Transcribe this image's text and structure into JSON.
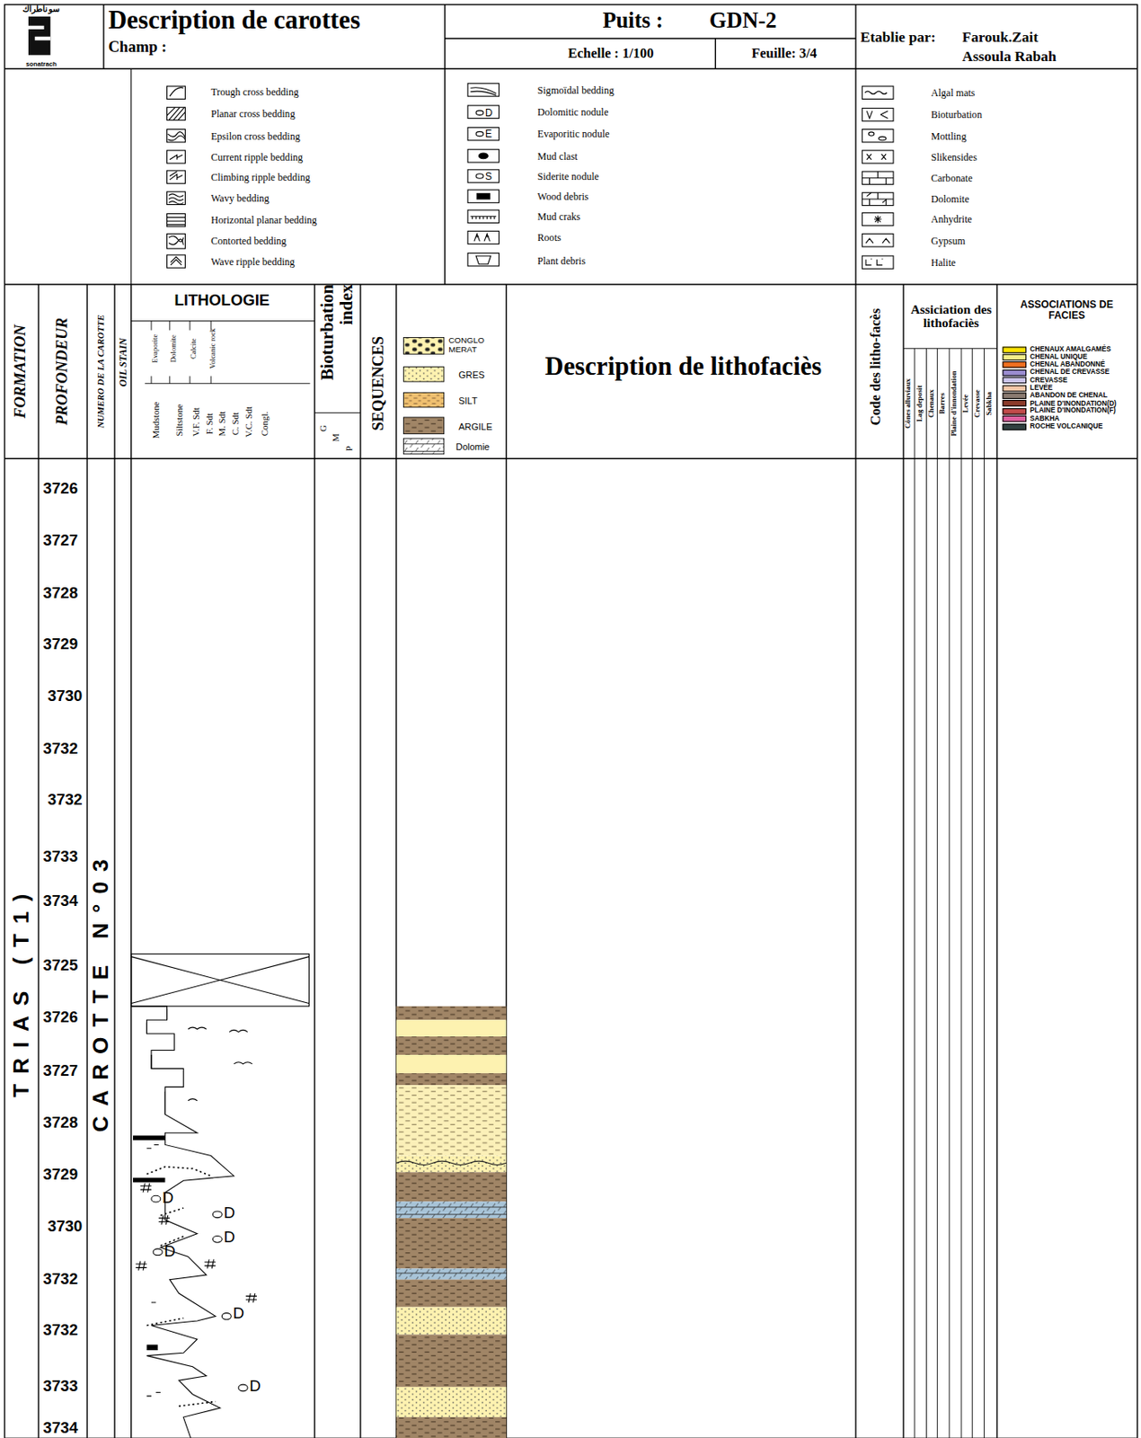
{
  "diagram": {
    "title": "Description de carottes",
    "labels": [
      "Champ :",
      "Puits :",
      "GDN-2",
      "Echelle : 1/100",
      "Feuille: 3/4",
      "Etablie par:",
      "Farouk.Zait",
      "Assoula Rabah",
      "sonatrach",
      "سوناطراك",
      "FORMATION",
      "PROFONDEUR",
      "NUMERO DE LA CAROTTE",
      "OIL STAIN",
      "LITHOLOGIE",
      "Evaporite",
      "Dolomite",
      "Calcite",
      "Volcanic rock",
      "Mudstone",
      "Siltstone",
      "V.F. Sdt",
      "F. Sdt",
      "M. Sdt",
      "C. Sdt",
      "V.C. Sdt",
      "Congl.",
      "Bioturbation index",
      "G",
      "M",
      "P",
      "SEQUENCES",
      "Description de lithofaciès",
      "Code des litho-facès",
      "Assiciation des lithofaciès",
      "Cônes alluviaux",
      "Lag deposit",
      "Chenaux",
      "Barres",
      "Plaine d'innondation",
      "Levée",
      "Crevasse",
      "Sabkha",
      "ASSOCIATIONS DE FACIES",
      "TRIAS (T1)",
      "CAROTTE N°03",
      "3726",
      "3727",
      "3728",
      "3729",
      "3730",
      "3732",
      "3732",
      "3733",
      "3734",
      "3725",
      "3726",
      "3727",
      "3728",
      "3729",
      "3730",
      "3732",
      "3732",
      "3733",
      "3734",
      "D",
      "E",
      "S",
      "D",
      "D",
      "D",
      "D",
      "D",
      "D"
    ],
    "legend": [
      {
        "text": "Trough cross bedding"
      },
      {
        "text": "Planar cross bedding"
      },
      {
        "text": "Epsilon cross bedding"
      },
      {
        "text": "Current ripple bedding"
      },
      {
        "text": "Climbing ripple bedding"
      },
      {
        "text": "Wavy bedding"
      },
      {
        "text": "Horizontal planar bedding"
      },
      {
        "text": "Contorted bedding"
      },
      {
        "text": "Wave ripple bedding"
      },
      {
        "text": "Sigmoïdal bedding"
      },
      {
        "text": "Dolomitic nodule"
      },
      {
        "text": "Evaporitic nodule"
      },
      {
        "text": "Mud clast"
      },
      {
        "text": "Siderite nodule"
      },
      {
        "text": "Wood debris"
      },
      {
        "text": "Mud craks"
      },
      {
        "text": "Roots"
      },
      {
        "text": "Plant debris"
      },
      {
        "text": "Algal mats"
      },
      {
        "text": "Bioturbation"
      },
      {
        "text": "Mottling"
      },
      {
        "text": "Slikensides"
      },
      {
        "text": "Carbonate"
      },
      {
        "text": "Dolomite"
      },
      {
        "text": "Anhydrite"
      },
      {
        "text": "Gypsum"
      },
      {
        "text": "Halite"
      },
      {
        "text": "CONGLOMERAT"
      },
      {
        "text": "GRES"
      },
      {
        "text": "SILT"
      },
      {
        "text": "ARGILE"
      },
      {
        "text": "Dolomie"
      },
      {
        "text": "CHENAUX AMALGAMÉS",
        "color": "#f7e000"
      },
      {
        "text": "CHENAL UNIQUE",
        "color": "#f4f08a"
      },
      {
        "text": "CHENAL ABANDONNÉ",
        "color": "#f07020"
      },
      {
        "text": "CHENAL DE CREVASSE",
        "color": "#9a8cd0"
      },
      {
        "text": "CREVASSE",
        "color": "#cdc6ee"
      },
      {
        "text": "LEVÉE",
        "color": "#f4c8a8"
      },
      {
        "text": "ABANDON DE CHENAL",
        "color": "#8a7a70"
      },
      {
        "text": "PLAINE D'INONDATION(D)",
        "color": "#8b3a2a"
      },
      {
        "text": "PLAINE D'INONDATION(F)",
        "color": "#c04a4a"
      },
      {
        "text": "SABKHA",
        "color": "#e060a0"
      },
      {
        "text": "ROCHE VOLCANIQUE",
        "color": "#304040"
      }
    ]
  }
}
